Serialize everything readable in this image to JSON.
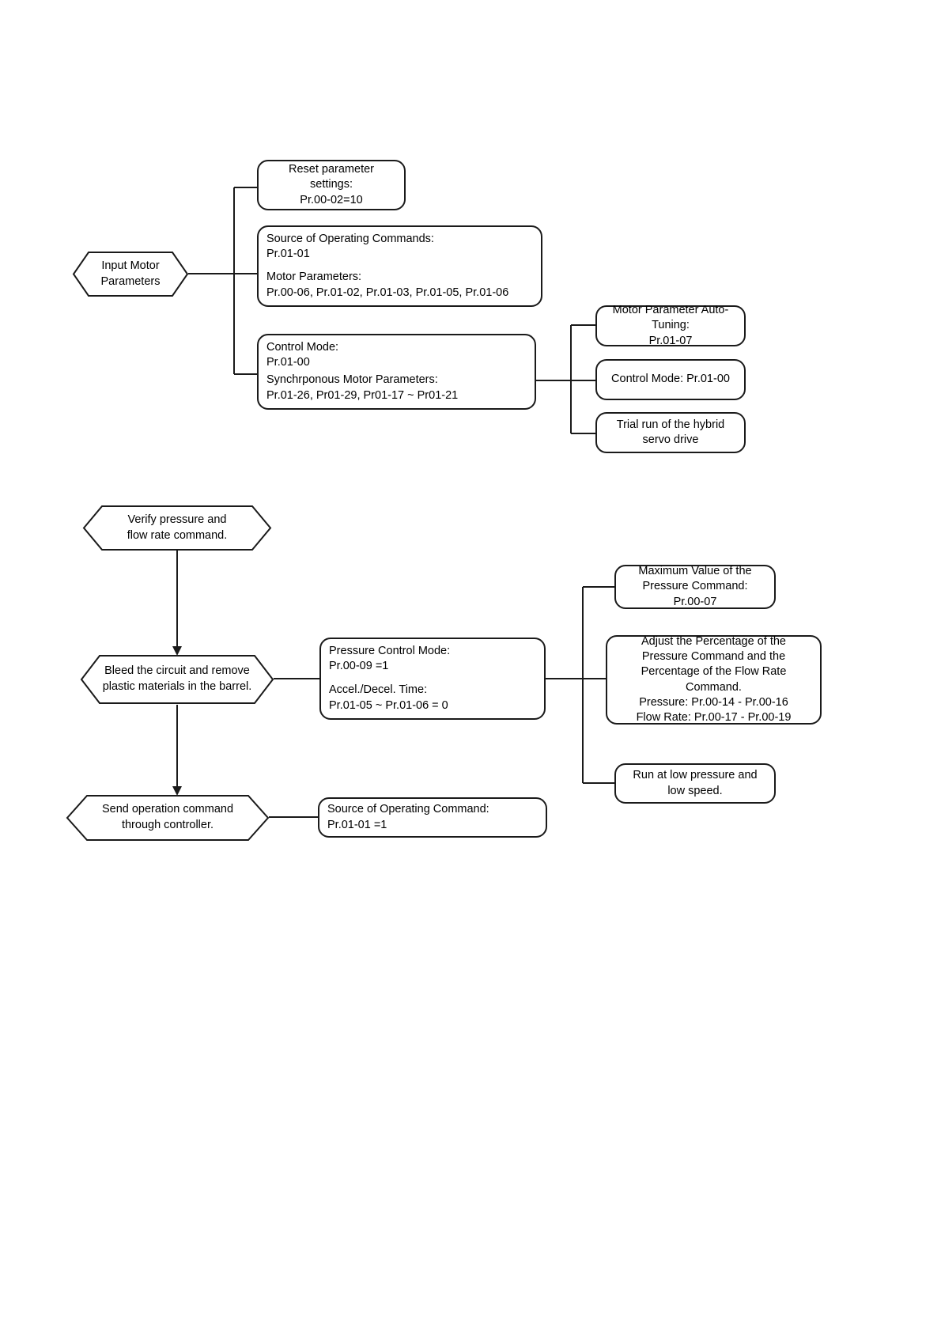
{
  "diagram": {
    "title_hidden": "",
    "stroke_color": "#1a1a1a",
    "background": "#ffffff",
    "section_1": {
      "terminal": {
        "id": "input-motor-parameters",
        "text": "Input Motor\nParameters"
      },
      "boxes": [
        {
          "id": "reset-parameter-settings",
          "align": "center",
          "text": "Reset parameter\nsettings:\nPr.00-02=10"
        },
        {
          "id": "source-of-operating-commands",
          "align": "left",
          "line1": "Source of Operating Commands:",
          "line2": "Pr.01-01",
          "line3": "Motor Parameters:",
          "line4": "Pr.00-06, Pr.01-02, Pr.01-03, Pr.01-05, Pr.01-06"
        },
        {
          "id": "control-mode-sync-motor",
          "align": "left",
          "line1": "Control Mode:",
          "line2": "Pr.01-00",
          "line3": "Synchrponous Motor Parameters:",
          "line4": "Pr.01-26, Pr01-29, Pr01-17 ~ Pr01-21"
        }
      ],
      "sub_boxes": [
        {
          "id": "motor-parameter-auto-tuning",
          "align": "center",
          "text": "Motor Parameter Auto-\nTuning:\nPr.01-07"
        },
        {
          "id": "control-mode-pr0100",
          "align": "center",
          "text": "Control Mode: Pr.01-00"
        },
        {
          "id": "trial-run-hybrid-servo-drive",
          "align": "center",
          "text": "Trial run of the hybrid\nservo drive"
        }
      ]
    },
    "section_2": {
      "terminals": [
        {
          "id": "verify-pressure-flow-rate",
          "text": "Verify pressure and\nflow rate command."
        },
        {
          "id": "bleed-circuit-remove-plastic",
          "text": "Bleed the circuit and remove\nplastic materials in the barrel."
        },
        {
          "id": "send-operation-command",
          "text": "Send operation command\nthrough controller."
        }
      ],
      "boxes": [
        {
          "id": "pressure-control-mode",
          "align": "left",
          "line1": "Pressure Control Mode:",
          "line2": "Pr.00-09 =1",
          "line3": "Accel./Decel. Time:",
          "line4": "Pr.01-05 ~ Pr.01-06 = 0"
        },
        {
          "id": "source-of-operating-command-2",
          "align": "left",
          "line1": "Source of Operating Command:",
          "line2": "Pr.01-01 =1"
        }
      ],
      "sub_boxes": [
        {
          "id": "maximum-value-pressure-command",
          "align": "center",
          "text": "Maximum Value of the\nPressure Command:\nPr.00-07"
        },
        {
          "id": "adjust-percentage-commands",
          "align": "center",
          "text": "Adjust the Percentage of the\nPressure Command and the\nPercentage of the Flow Rate\nCommand.\nPressure: Pr.00-14 - Pr.00-16\nFlow Rate: Pr.00-17 - Pr.00-19"
        },
        {
          "id": "run-low-pressure-low-speed",
          "align": "center",
          "text": "Run at low pressure and\nlow speed."
        }
      ]
    }
  }
}
